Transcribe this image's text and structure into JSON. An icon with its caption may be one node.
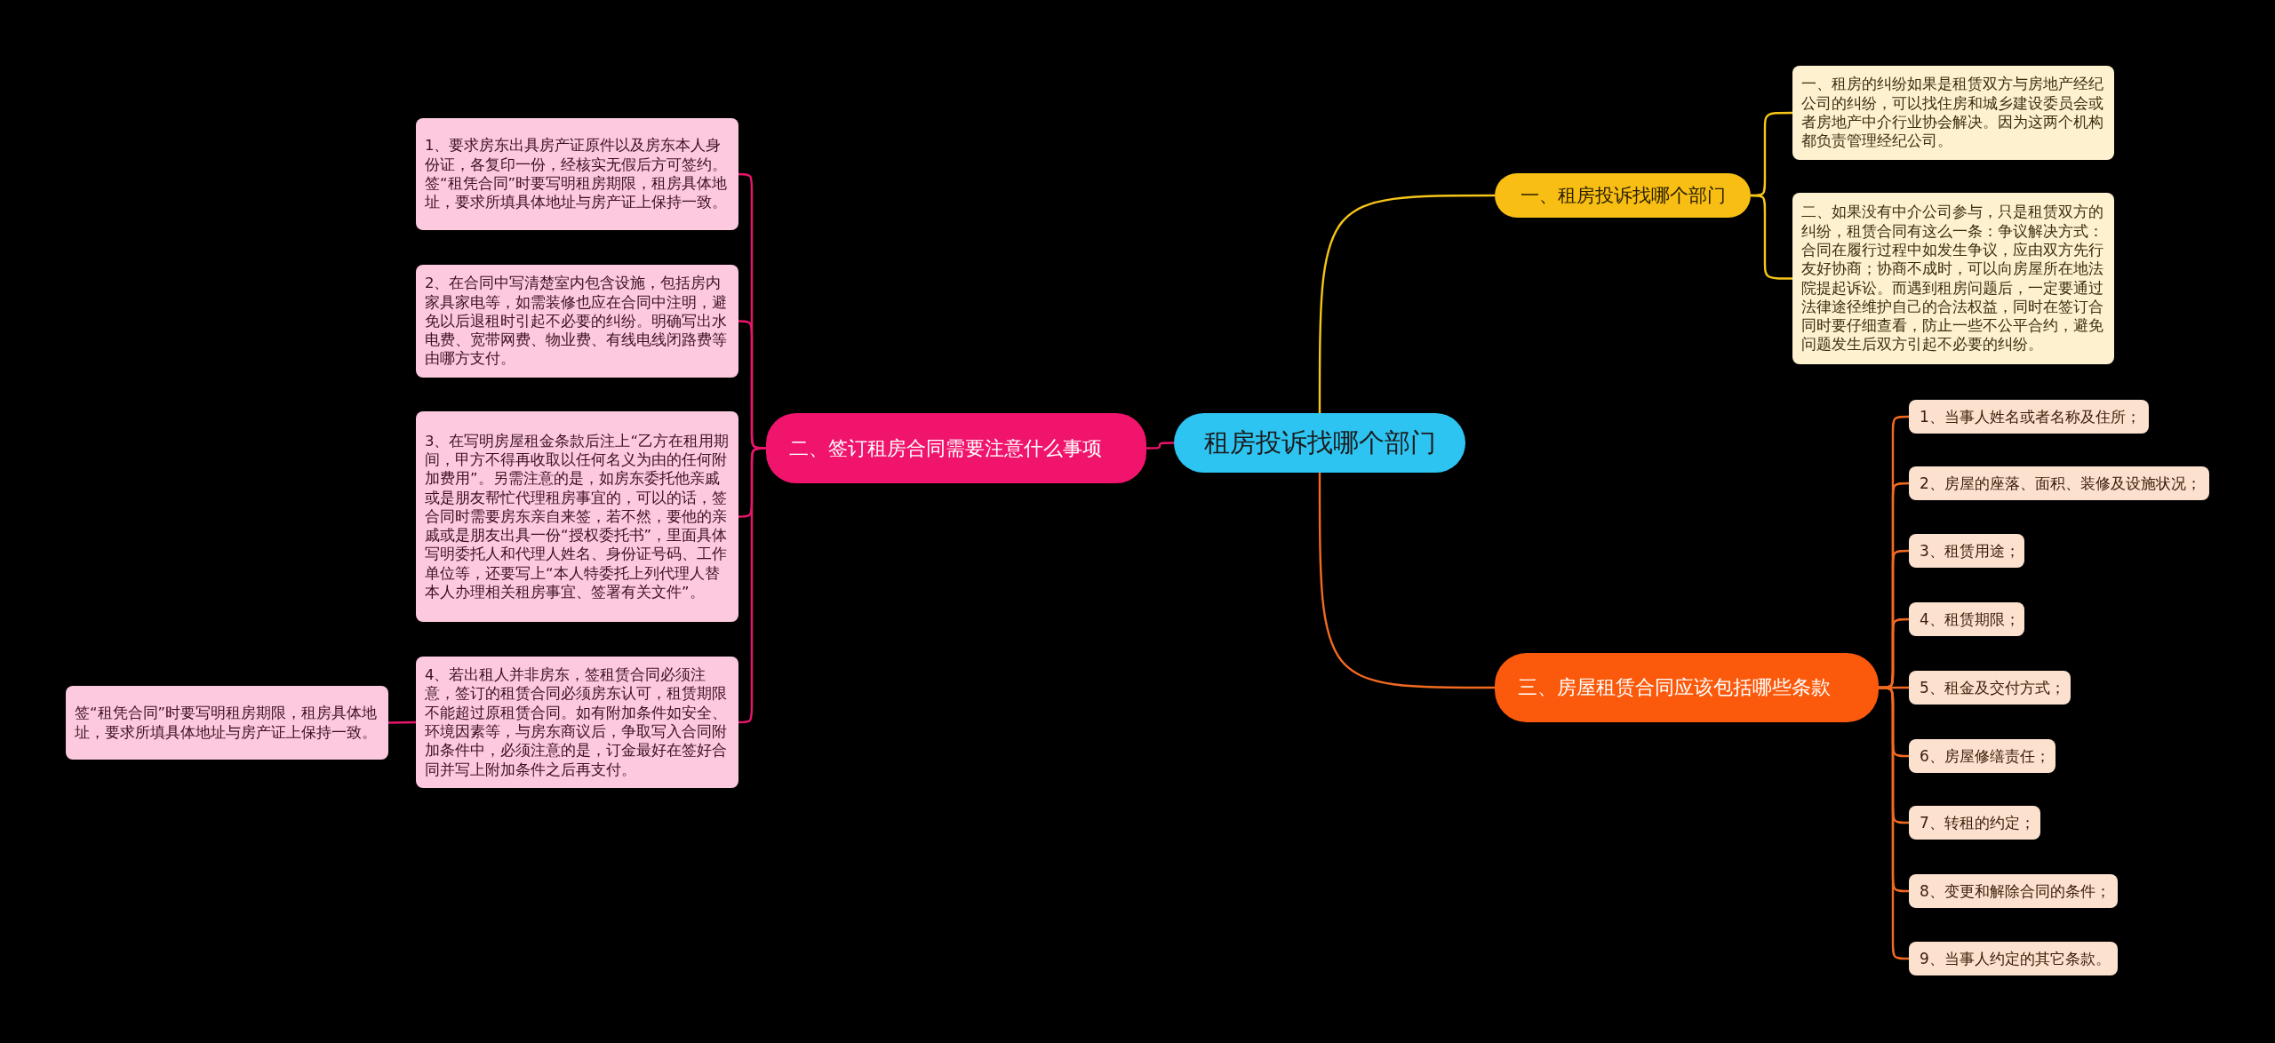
{
  "diagram": {
    "nodes": [
      {
        "text": [
          "租房投诉找哪个部门"
        ]
      },
      {
        "text": [
          "一、租房投诉找哪个部门"
        ]
      },
      {
        "text": [
          "一、租房的纠纷如果是租赁双方与房地产经纪公司的纠纷，可以找住房和城乡建设委员会或者房地产中介行业协会解决。因为这两个机构都负责管理经纪公司。"
        ]
      },
      {
        "text": [
          "二、如果没有中介公司参与，只是租赁双方的纠纷，租赁合同有这么一条：争议解决方式：合同在履行过程中如发生争议，应由双方先行友好协商；协商不成时，可以向房屋所在地法院提起诉讼。而遇到租房问题后，一定要通过法律途径维护自己的合法权益，同时在签订合同时要仔细查看，防止一些不公平合约，避免问题发生后双方引起不必要的纠纷。"
        ]
      },
      {
        "text": [
          "二、签订租房合同需要注意什么事项"
        ]
      },
      {
        "text": [
          "1、要求房东出具房产证原件以及房东本人身份证，各复印一份，经核实无假后方可签约。签“租凭合同”时要写明租房期限，租房具体地址，要求所填具体地址与房产证上保持一致。"
        ]
      },
      {
        "text": [
          "2、在合同中写清楚室内包含设施，包括房内家具家电等，如需装修也应在合同中注明，避免以后退租时引起不必要的纠纷。明确写出水电费、宽带网费、物业费、有线电线闭路费等由哪方支付。"
        ]
      },
      {
        "text": [
          "3、在写明房屋租金条款后注上“乙方在租用期间，甲方不得再收取以任何名义为由的任何附加费用”。另需注意的是，如房东委托他亲戚或是朋友帮忙代理租房事宜的，可以的话，签合同时需要房东亲自来签，若不然，要他的亲戚或是朋友出具一份“授权委托书”，里面具体写明委托人和代理人姓名、身份证号码、工作单位等，还要写上“本人特委托上列代理人替本人办理相关租房事宜、签署有关文件”。"
        ]
      },
      {
        "text": [
          "4、若出租人并非房东，签租赁合同必须注意，签订的租赁合同必须房东认可，租赁期限不能超过原租赁合同。如有附加条件如安全、环境因素等，与房东商议后，争取写入合同附加条件中，必须注意的是，订金最好在签好合同并写上附加条件之后再支付。"
        ]
      },
      {
        "text": [
          "签“租凭合同”时要写明租房期限，租房具体地址，要求所填具体地址与房产证上保持一致。"
        ]
      },
      {
        "text": [
          "三、房屋租赁合同应该包括哪些条款"
        ]
      },
      {
        "text": [
          "1、当事人姓名或者名称及住所；"
        ]
      },
      {
        "text": [
          "2、房屋的座落、面积、装修及设施状况；"
        ]
      },
      {
        "text": [
          "3、租赁用途；"
        ]
      },
      {
        "text": [
          "4、租赁期限；"
        ]
      },
      {
        "text": [
          "5、租金及交付方式；"
        ]
      },
      {
        "text": [
          "6、房屋修缮责任；"
        ]
      },
      {
        "text": [
          "7、转租的约定；"
        ]
      },
      {
        "text": [
          "8、变更和解除合同的条件；"
        ]
      },
      {
        "text": [
          "9、当事人约定的其它条款。"
        ]
      }
    ],
    "edges": [
      {
        "from": 0,
        "to": 1,
        "arrow": "none",
        "color": "#f5c518"
      },
      {
        "from": 1,
        "to": 2,
        "arrow": "none",
        "color": "#f5c518"
      },
      {
        "from": 1,
        "to": 3,
        "arrow": "none",
        "color": "#f5c518"
      },
      {
        "from": 0,
        "to": 4,
        "arrow": "none",
        "color": "#e8156b"
      },
      {
        "from": 4,
        "to": 5,
        "arrow": "none",
        "color": "#e8156b"
      },
      {
        "from": 4,
        "to": 6,
        "arrow": "none",
        "color": "#e8156b"
      },
      {
        "from": 4,
        "to": 7,
        "arrow": "none",
        "color": "#e8156b"
      },
      {
        "from": 4,
        "to": 8,
        "arrow": "none",
        "color": "#e8156b"
      },
      {
        "from": 8,
        "to": 9,
        "arrow": "none",
        "color": "#e8156b"
      },
      {
        "from": 0,
        "to": 10,
        "arrow": "none"
      },
      {
        "from": 10,
        "to": 11,
        "arrow": "none"
      },
      {
        "from": 10,
        "to": 12,
        "arrow": "none"
      },
      {
        "from": 10,
        "to": 13,
        "arrow": "none"
      },
      {
        "from": 10,
        "to": 14,
        "arrow": "none"
      },
      {
        "from": 10,
        "to": 15,
        "arrow": "none"
      },
      {
        "from": 10,
        "to": 16,
        "arrow": "none"
      },
      {
        "from": 10,
        "to": 17,
        "arrow": "none"
      },
      {
        "from": 10,
        "to": 18,
        "arrow": "none"
      },
      {
        "from": 10,
        "to": 19,
        "arrow": "none"
      }
    ]
  }
}
